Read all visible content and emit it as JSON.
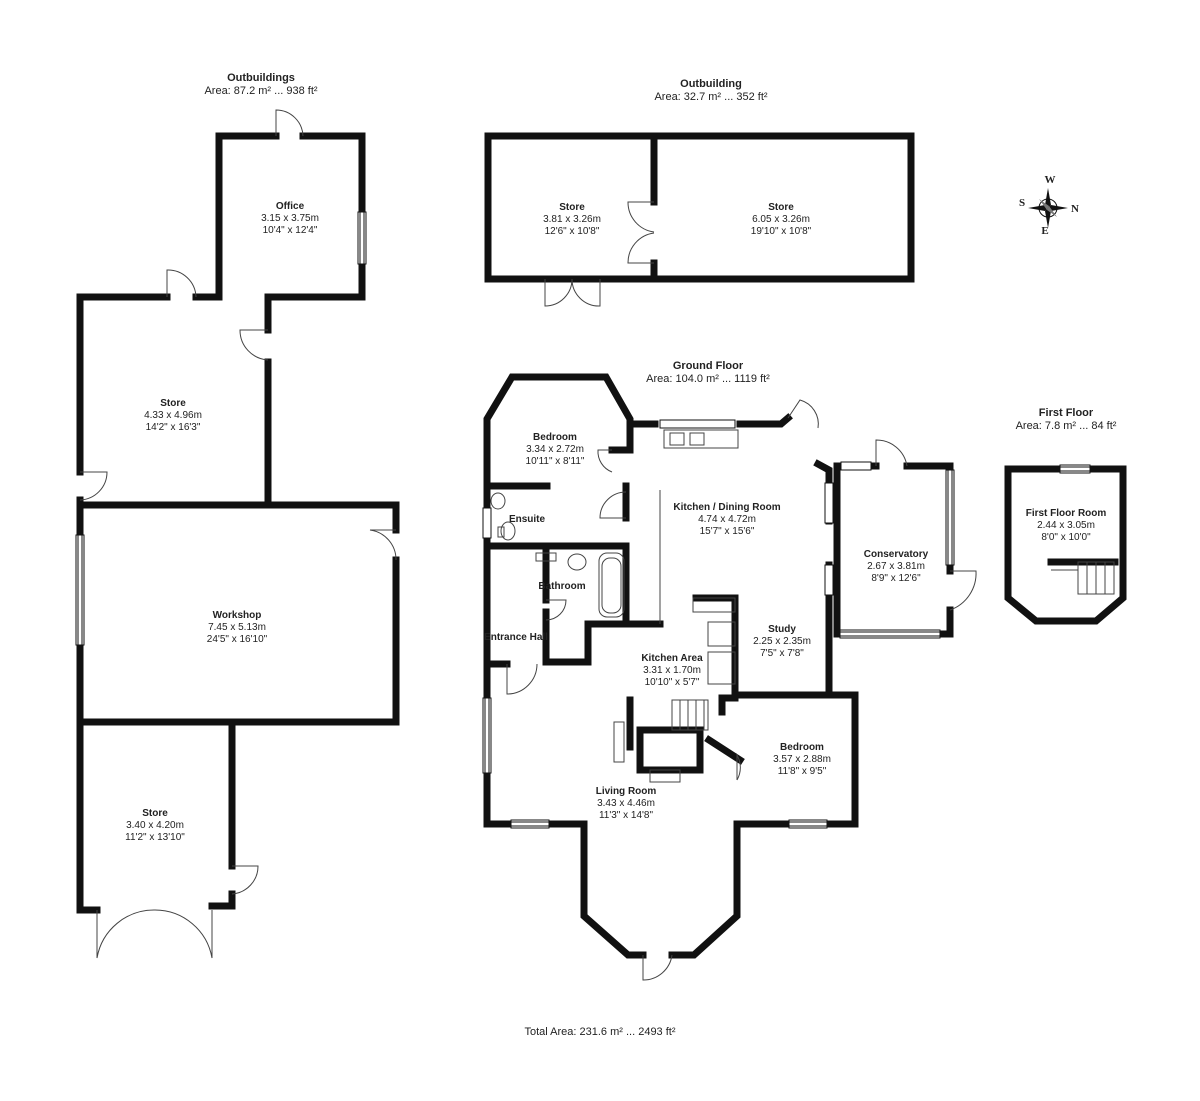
{
  "outbuildings_left": {
    "title": "Outbuildings",
    "area": "Area: 87.2 m² ... 938 ft²"
  },
  "outbuilding_top": {
    "title": "Outbuilding",
    "area": "Area: 32.7 m² ... 352 ft²"
  },
  "ground_floor": {
    "title": "Ground Floor",
    "area": "Area: 104.0 m² ... 1119 ft²"
  },
  "first_floor": {
    "title": "First Floor",
    "area": "Area: 7.8 m² ... 84 ft²"
  },
  "total_area": "Total Area: 231.6 m² ... 2493 ft²",
  "compass": {
    "n": "N",
    "s": "S",
    "e": "E",
    "w": "W"
  },
  "rooms": {
    "office": {
      "name": "Office",
      "metric": "3.15 x 3.75m",
      "imperial": "10'4\" x 12'4\""
    },
    "store_left_top": {
      "name": "Store",
      "metric": "4.33 x 4.96m",
      "imperial": "14'2\" x 16'3\""
    },
    "workshop": {
      "name": "Workshop",
      "metric": "7.45 x 5.13m",
      "imperial": "24'5\" x 16'10\""
    },
    "store_left_bottom": {
      "name": "Store",
      "metric": "3.40 x 4.20m",
      "imperial": "11'2\" x 13'10\""
    },
    "store_top_small": {
      "name": "Store",
      "metric": "3.81 x 3.26m",
      "imperial": "12'6\" x 10'8\""
    },
    "store_top_large": {
      "name": "Store",
      "metric": "6.05 x 3.26m",
      "imperial": "19'10\" x 10'8\""
    },
    "bedroom_1": {
      "name": "Bedroom",
      "metric": "3.34 x 2.72m",
      "imperial": "10'11\" x 8'11\""
    },
    "ensuite": {
      "name": "Ensuite"
    },
    "bathroom": {
      "name": "Bathroom"
    },
    "entrance_hall": {
      "name": "Entrance Hall"
    },
    "kitchen_dining": {
      "name": "Kitchen / Dining Room",
      "metric": "4.74 x 4.72m",
      "imperial": "15'7\" x 15'6\""
    },
    "kitchen_area": {
      "name": "Kitchen Area",
      "metric": "3.31 x 1.70m",
      "imperial": "10'10\" x 5'7\""
    },
    "study": {
      "name": "Study",
      "metric": "2.25 x 2.35m",
      "imperial": "7'5\" x 7'8\""
    },
    "conservatory": {
      "name": "Conservatory",
      "metric": "2.67 x 3.81m",
      "imperial": "8'9\" x 12'6\""
    },
    "bedroom_2": {
      "name": "Bedroom",
      "metric": "3.57 x 2.88m",
      "imperial": "11'8\" x 9'5\""
    },
    "living_room": {
      "name": "Living Room",
      "metric": "3.43 x 4.46m",
      "imperial": "11'3\" x 14'8\""
    },
    "first_floor_room": {
      "name": "First Floor Room",
      "metric": "2.44 x 3.05m",
      "imperial": "8'0\" x 10'0\""
    }
  }
}
